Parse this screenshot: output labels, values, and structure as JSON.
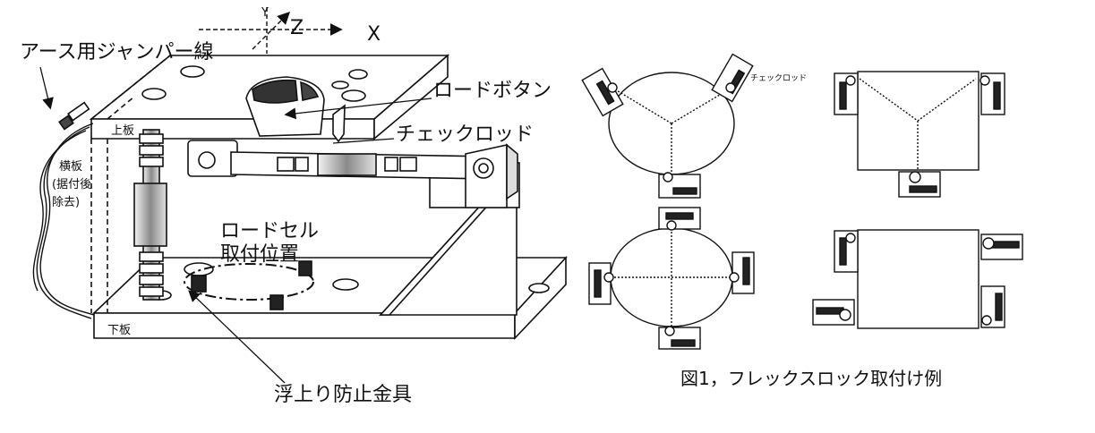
{
  "labels": {
    "earth_jumper": "アース用ジャンパー線",
    "load_button": "ロードボタン",
    "check_rod": "チェックロッド",
    "upper_plate": "上板",
    "lower_plate": "下板",
    "side_plate_1": "横板",
    "side_plate_2": "(据付後",
    "side_plate_3": "除去)",
    "loadcell_pos_1": "ロードセル",
    "loadcell_pos_2": "取付位置",
    "anti_lift": "浮上り防止金具",
    "axis_z": "Z",
    "axis_x": "X",
    "axis_y": "Y",
    "check_rod_small": "チェックロッド",
    "figure_caption": "図1，フレックスロック取付け例"
  },
  "colors": {
    "line": "#111111",
    "fill_light": "#ffffff",
    "fill_grey": "#9a9a9a",
    "fill_dark": "#222222"
  }
}
